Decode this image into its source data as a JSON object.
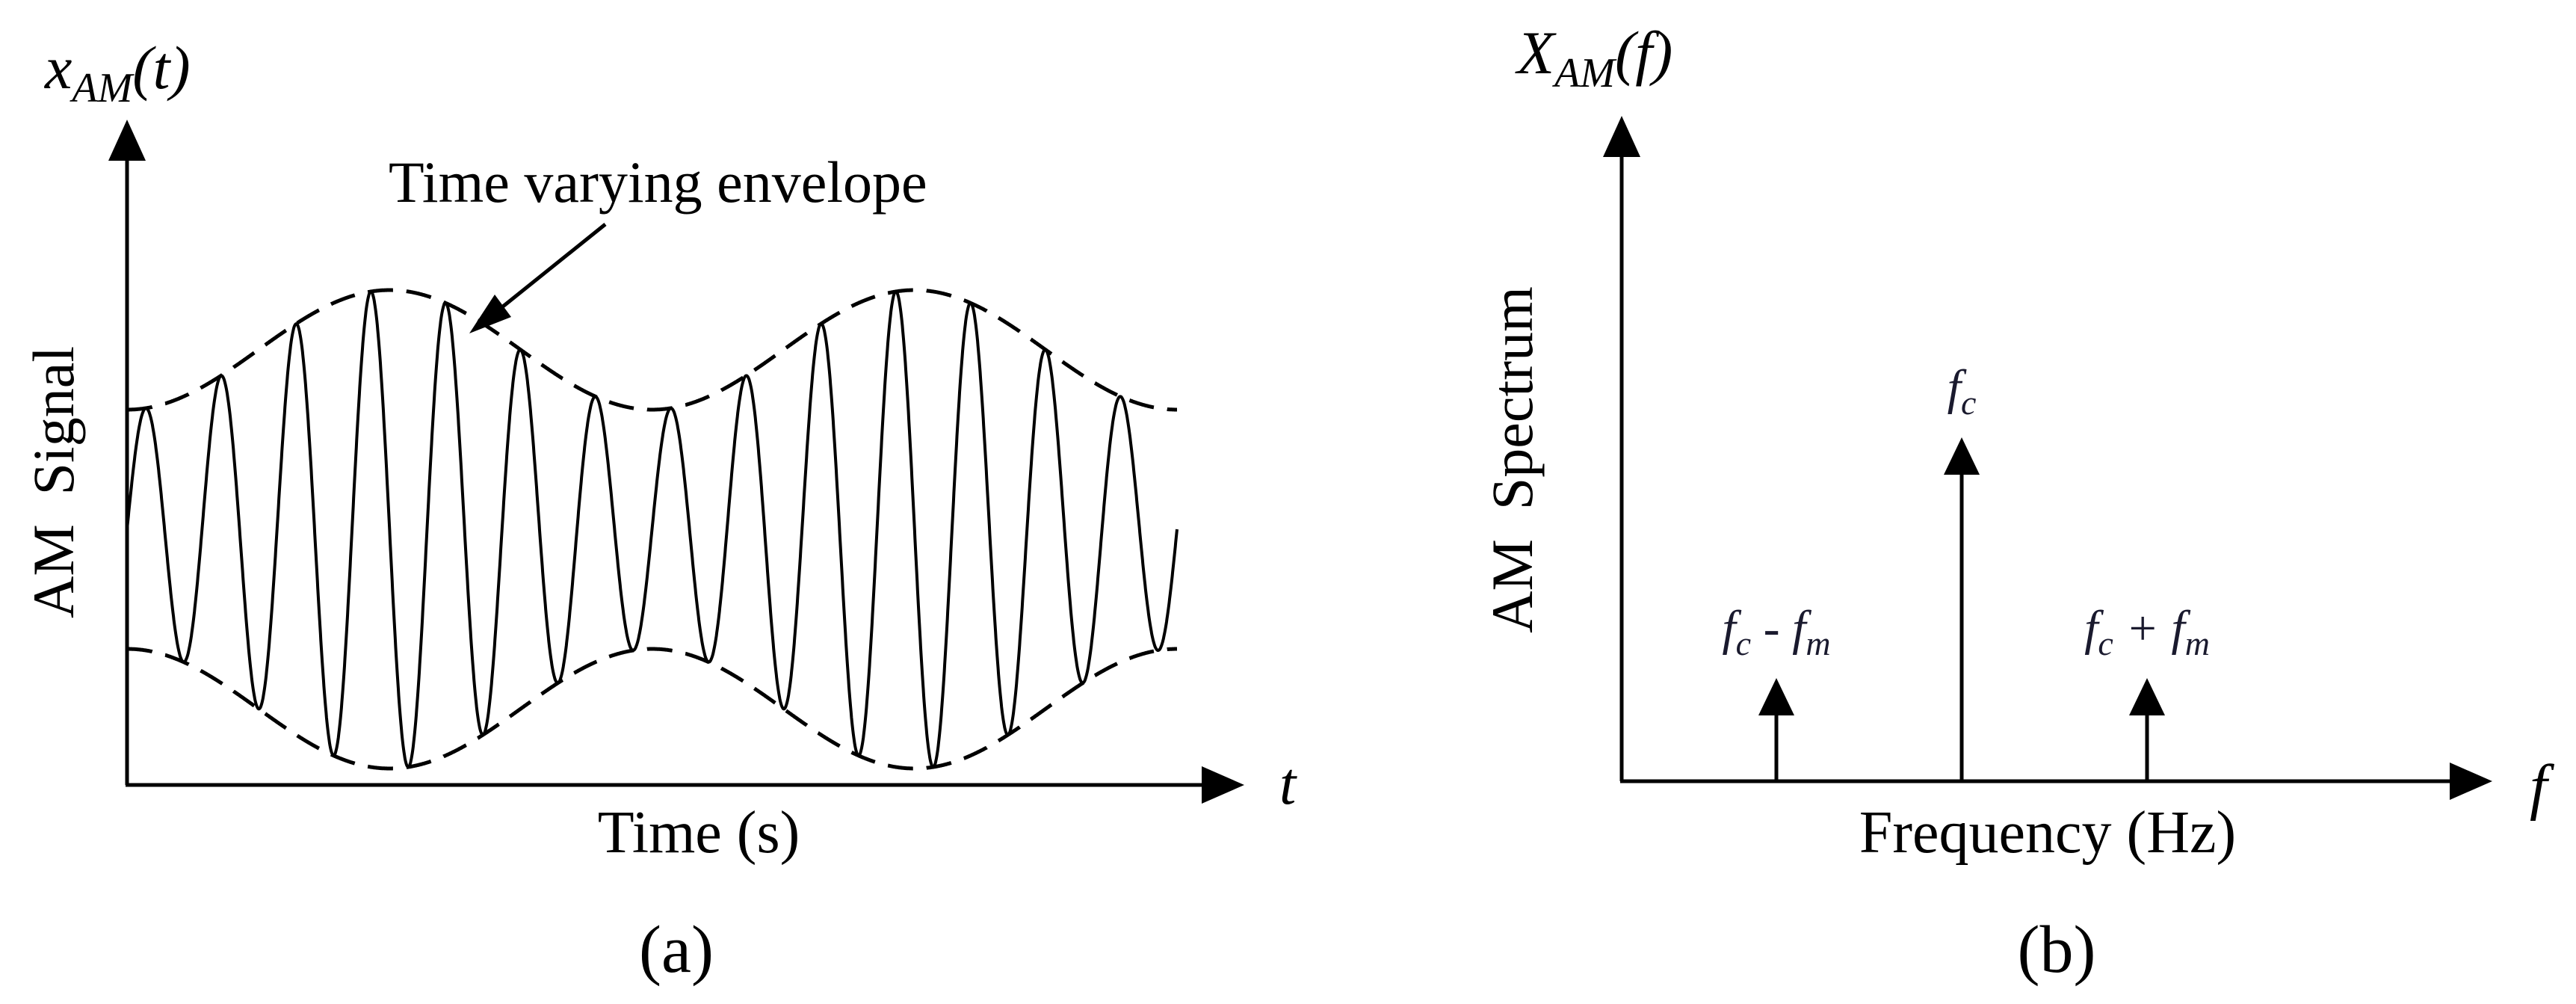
{
  "panel_a": {
    "y_symbol_main": "x",
    "y_symbol_sub": "AM",
    "y_symbol_arg": "(t)",
    "y_label": "AM  Signal",
    "x_label": "Time (s)",
    "x_symbol": "t",
    "annotation": "Time varying envelope",
    "caption": "(a)",
    "signal": {
      "carrier_cycles": 14,
      "envelope_cycles": 2,
      "envelope_min": 0.5,
      "envelope_max": 1.0
    }
  },
  "panel_b": {
    "y_symbol_main": "X",
    "y_symbol_sub": "AM",
    "y_symbol_arg": "(f)",
    "y_label": "AM  Spectrum",
    "x_label": "Frequency (Hz)",
    "x_symbol": "f",
    "caption": "(b)",
    "lines": [
      {
        "label_main": "f",
        "label_sub": "c",
        "label_rest": " - f",
        "label_sub2": "m",
        "position": -1,
        "height": 0.3
      },
      {
        "label_main": "f",
        "label_sub": "c",
        "label_rest": "",
        "label_sub2": "",
        "position": 0,
        "height": 1.0
      },
      {
        "label_main": "f",
        "label_sub": "c",
        "label_rest": " + f",
        "label_sub2": "m",
        "position": 1,
        "height": 0.3
      }
    ]
  }
}
